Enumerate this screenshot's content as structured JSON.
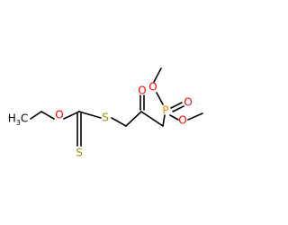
{
  "structure": {
    "atoms": {
      "methyl_left": {
        "label": "H3C",
        "color": "#000000"
      },
      "ester_oxygen": {
        "label": "O",
        "color": "#ff0000"
      },
      "thione_sulfur": {
        "label": "S",
        "color": "#999900"
      },
      "thioether_sulfur": {
        "label": "S",
        "color": "#999900"
      },
      "ketone_oxygen": {
        "label": "O",
        "color": "#ff0000"
      },
      "phosphorus": {
        "label": "P",
        "color": "#ff8000"
      },
      "phosphoryl_oxygen": {
        "label": "O",
        "color": "#ff0000"
      },
      "methoxy_oxygen_upper": {
        "label": "O",
        "color": "#ff0000"
      },
      "methoxy_oxygen_lower": {
        "label": "O",
        "color": "#ff0000"
      }
    },
    "colors": {
      "bond": "#000000",
      "background": "#ffffff"
    }
  }
}
